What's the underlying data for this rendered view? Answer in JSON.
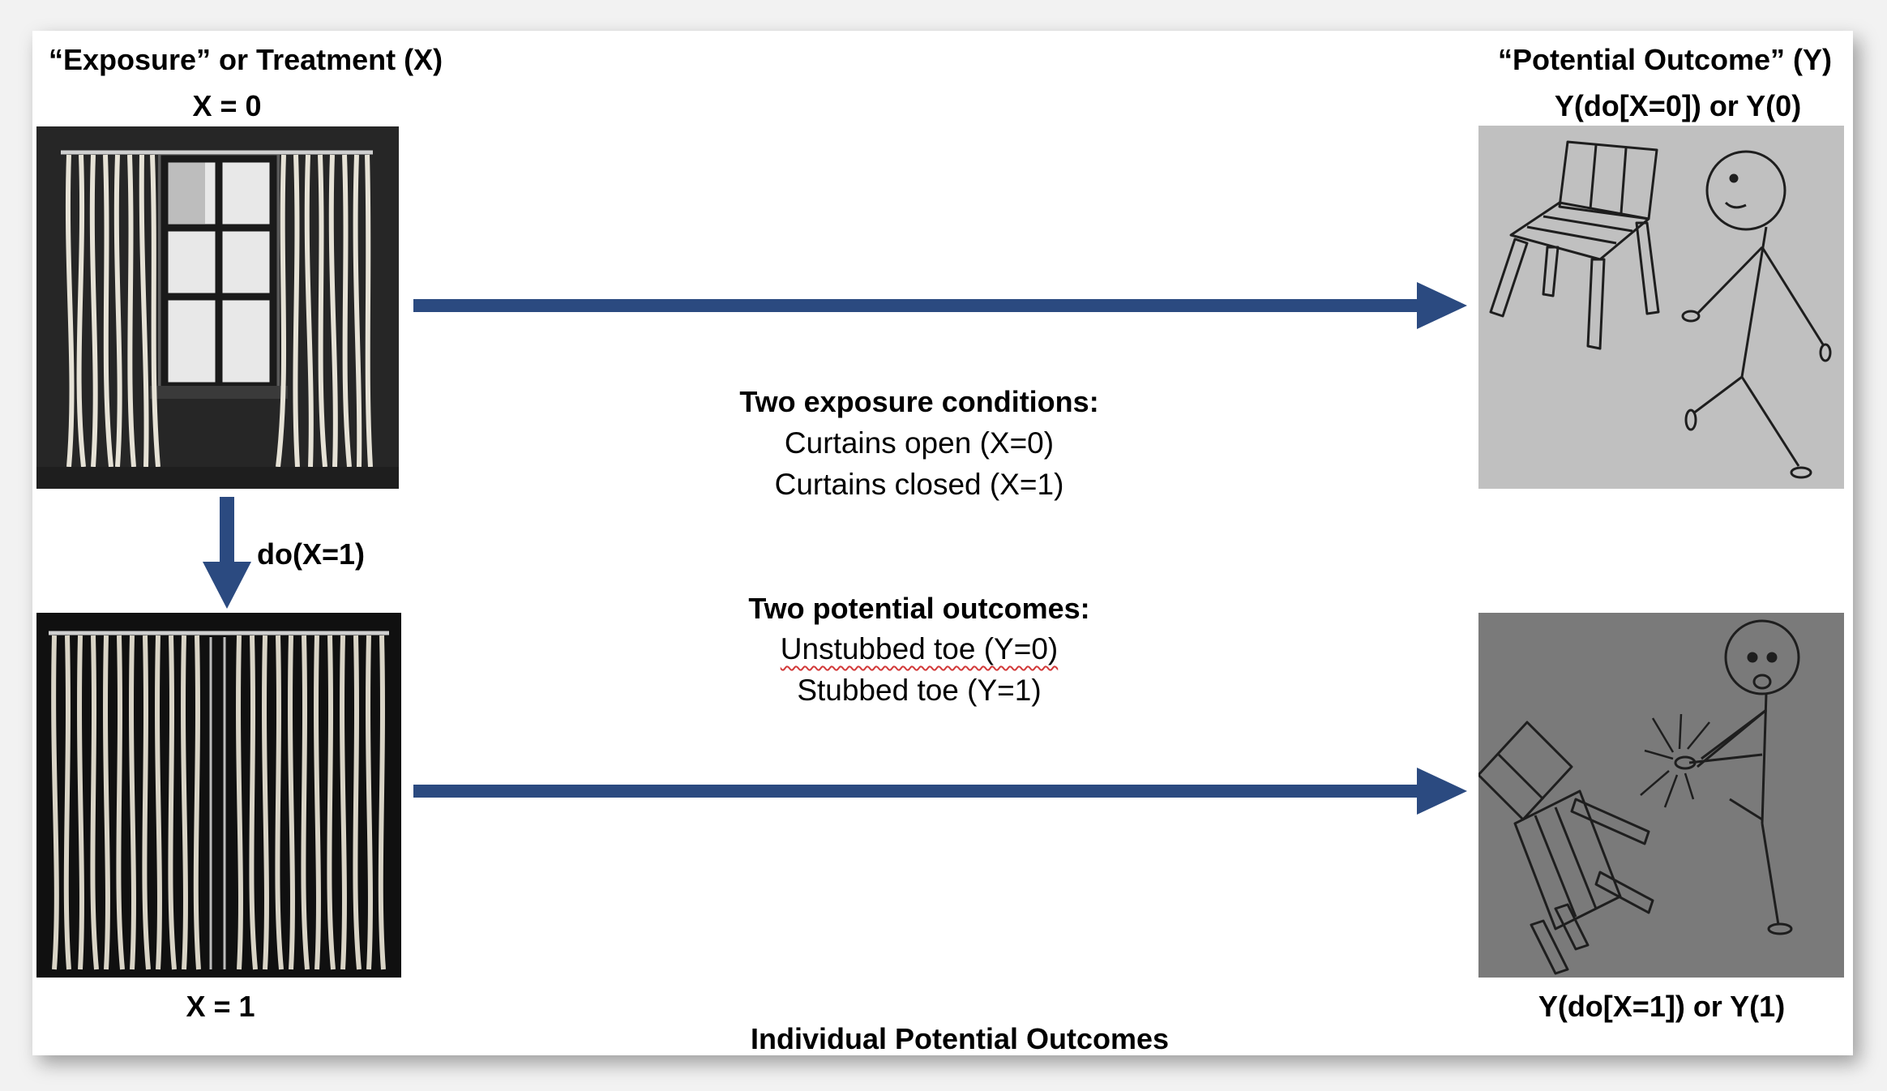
{
  "exposure_header": "“Exposure” or Treatment (X)",
  "outcome_header": "“Potential Outcome” (Y)",
  "x0_label": "X = 0",
  "x1_label": "X = 1",
  "y0_label": "Y(do[X=0])  or  Y(0)",
  "y1_label": "Y(do[X=1])  or  Y(1)",
  "do_label": "do(X=1)",
  "exposure_conditions": {
    "heading": "Two exposure conditions:",
    "items": [
      "Curtains open (X=0)",
      "Curtains closed (X=1)"
    ]
  },
  "potential_outcomes": {
    "heading": "Two potential outcomes:",
    "items": [
      "Unstubbed toe (Y=0)",
      "Stubbed toe (Y=1)"
    ]
  },
  "caption": "Individual Potential Outcomes",
  "colors": {
    "arrow": "#2b4a80",
    "dark_panel": "#1a1a1a",
    "outcome_panel_light": "#c0c0c0",
    "outcome_panel_dark": "#7a7a7a"
  }
}
